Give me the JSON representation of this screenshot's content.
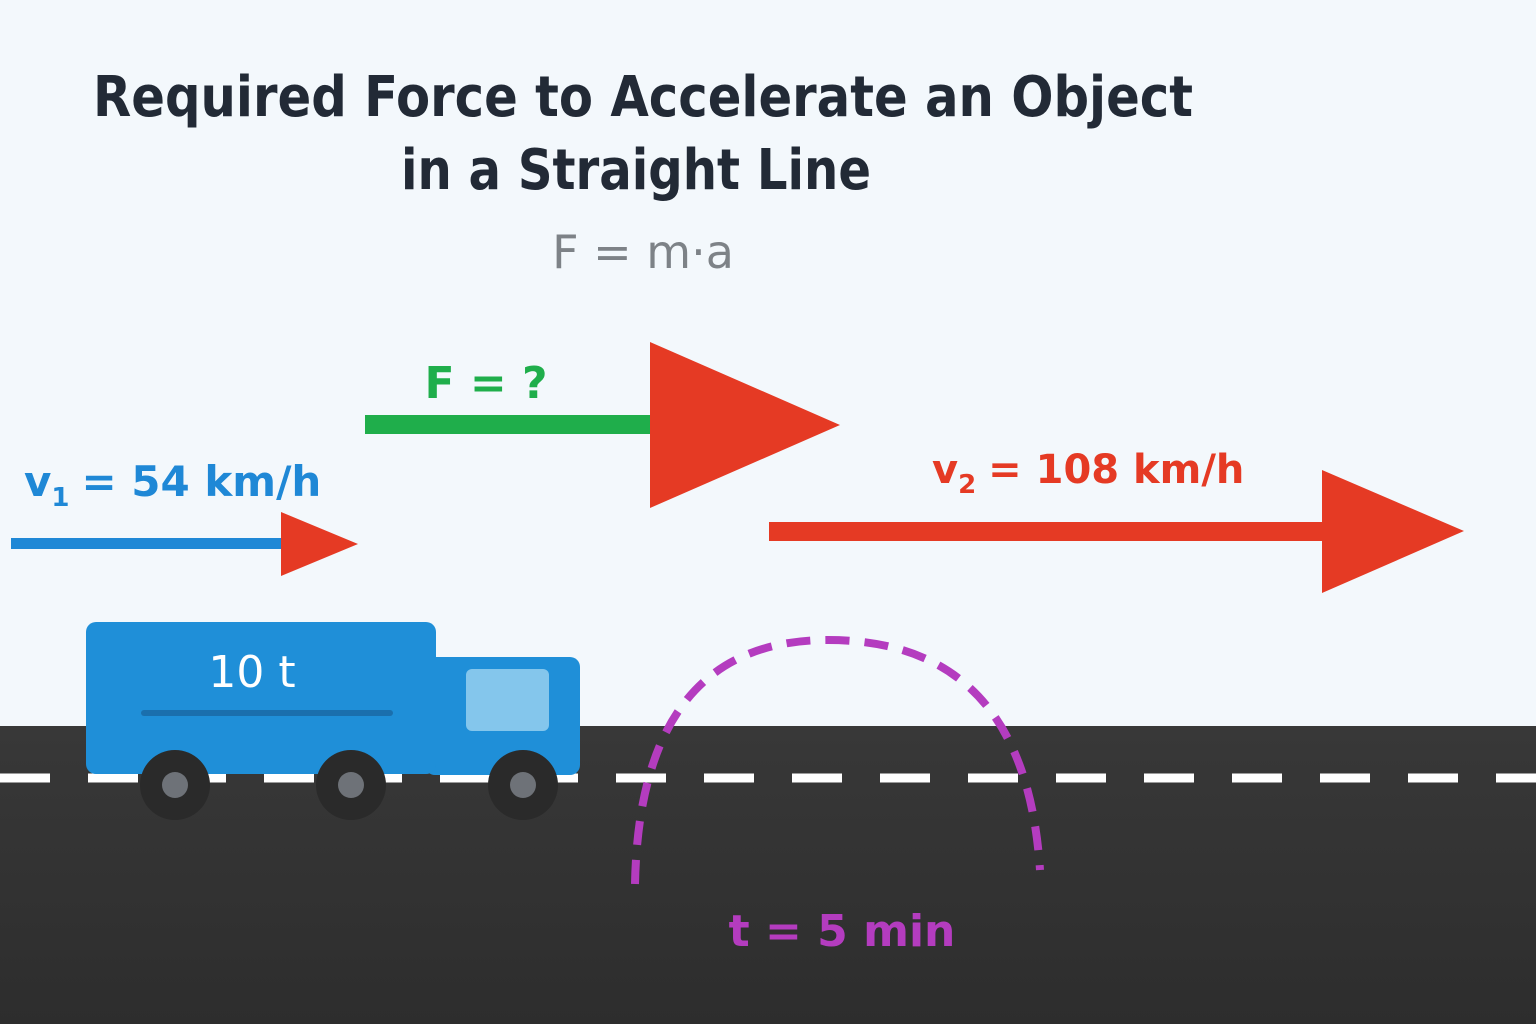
{
  "title": {
    "line1": "Required Force to Accelerate an Object",
    "line2": "in a Straight Line"
  },
  "formula": "F = m·a",
  "force": {
    "label": "F = ?"
  },
  "initial_velocity": {
    "symbol": "v",
    "subscript": "1",
    "value": "= 54 km/h"
  },
  "final_velocity": {
    "symbol": "v",
    "subscript": "2",
    "value": "= 108 km/h"
  },
  "truck": {
    "mass_label": "10 t"
  },
  "time": {
    "label": "t = 5 min"
  },
  "colors": {
    "background": "#f3f8fc",
    "road": "#353535",
    "lane_marking": "#ffffff",
    "force_arrow": "#1fae4b",
    "arrow_head": "#e53a24",
    "initial_velocity": "#1f88d6",
    "final_velocity": "#e53a24",
    "truck": "#1f8fd8",
    "time_arc": "#b43cbf"
  },
  "icons": {
    "vehicle": "truck-icon",
    "time_path": "dashed-arc"
  }
}
